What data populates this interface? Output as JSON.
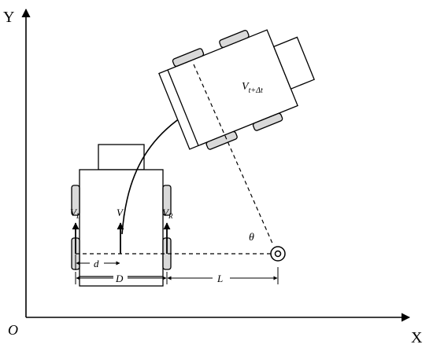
{
  "axes": {
    "y_label": "Y",
    "x_label": "X",
    "origin_label": "O"
  },
  "labels": {
    "v_left": {
      "main": "V",
      "sub": "L"
    },
    "v_t": {
      "main": "V",
      "sub": "t"
    },
    "v_right": {
      "main": "V",
      "sub": "R"
    },
    "v_next": {
      "main": "V",
      "sub": "t+Δt"
    },
    "theta": "θ",
    "d": "d",
    "D": "D",
    "L": "L"
  },
  "colors": {
    "stroke": "#000000",
    "wheel_fill": "#d9d9d9",
    "body_fill": "#ffffff"
  }
}
